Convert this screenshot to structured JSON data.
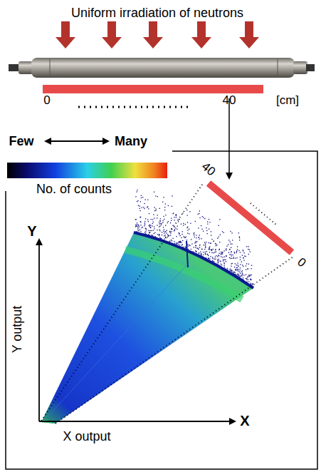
{
  "diagram": {
    "labels": [
      "Uniform irradiation of neutrons",
      "0",
      "40",
      "[cm]",
      "Few",
      "Many",
      "No. of counts",
      "40",
      "0",
      "Y",
      "Y output",
      "X output",
      "X"
    ]
  }
}
